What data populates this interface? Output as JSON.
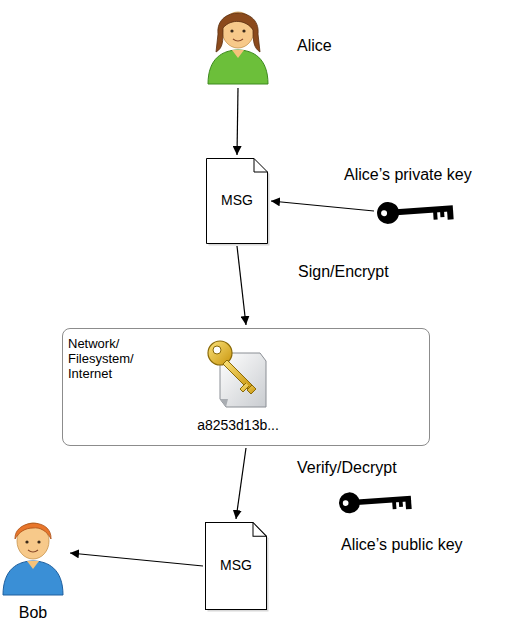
{
  "diagram": {
    "nodes": [
      {
        "text": [
          "Alice"
        ]
      },
      {
        "text": [
          "MSG"
        ]
      },
      {
        "text": [
          "Alice’s private key"
        ]
      },
      {
        "text": [
          "Network/ Filesystem/ Internet",
          "a8253d13b..."
        ]
      },
      {
        "text": [
          "MSG"
        ]
      },
      {
        "text": [
          "Alice’s public key"
        ]
      },
      {
        "text": [
          "Bob"
        ]
      }
    ],
    "edges": [
      {
        "from": 0,
        "to": 1,
        "arrow": "to"
      },
      {
        "from": 2,
        "to": 1,
        "arrow": "to"
      },
      {
        "from": 1,
        "to": 3,
        "arrow": "to"
      },
      {
        "from": 3,
        "to": 4,
        "arrow": "to"
      },
      {
        "from": 4,
        "to": 6,
        "arrow": "to"
      }
    ],
    "labels": [
      "Sign/Encrypt",
      "Verify/Decrypt"
    ]
  }
}
